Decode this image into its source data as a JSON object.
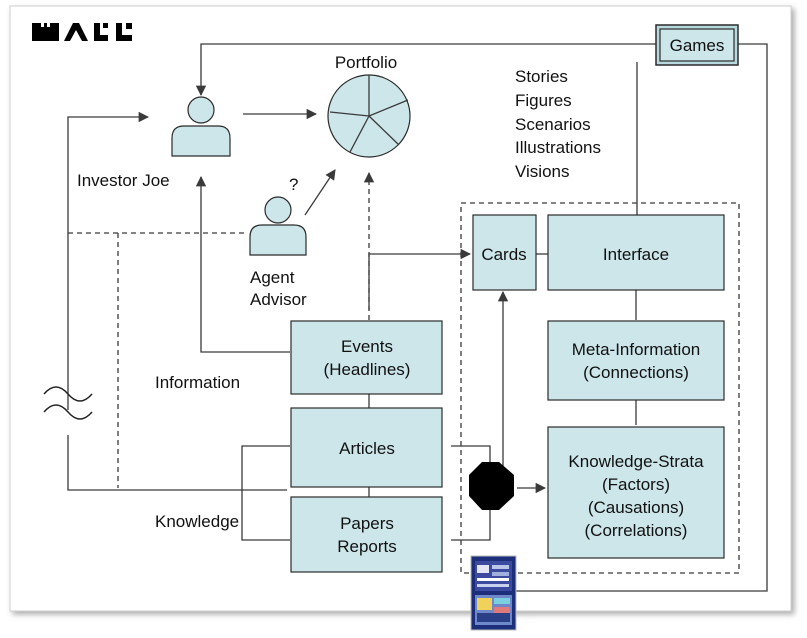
{
  "logo": {
    "text": "WALL"
  },
  "nodes": {
    "games": "Games",
    "portfolio": "Portfolio",
    "investor": "Investor Joe",
    "question_mark": "?",
    "agent_line1": "Agent",
    "agent_line2": "Advisor",
    "stories_list": [
      "Stories",
      "Figures",
      "Scenarios",
      "Illustrations",
      "Visions"
    ],
    "cards": "Cards",
    "interface": "Interface",
    "events_line1": "Events",
    "events_line2": "(Headlines)",
    "information": "Information",
    "meta_line1": "Meta-Information",
    "meta_line2": "(Connections)",
    "articles": "Articles",
    "papers_line1": "Papers",
    "papers_line2": "Reports",
    "knowledge": "Knowledge",
    "strata_line1": "Knowledge-Strata",
    "strata_line2": "(Factors)",
    "strata_line3": "(Causations)",
    "strata_line4": "(Correlations)"
  },
  "colors": {
    "box_fill": "#cce6ea",
    "stroke": "#2b2b2b",
    "octagon": "#000000"
  }
}
